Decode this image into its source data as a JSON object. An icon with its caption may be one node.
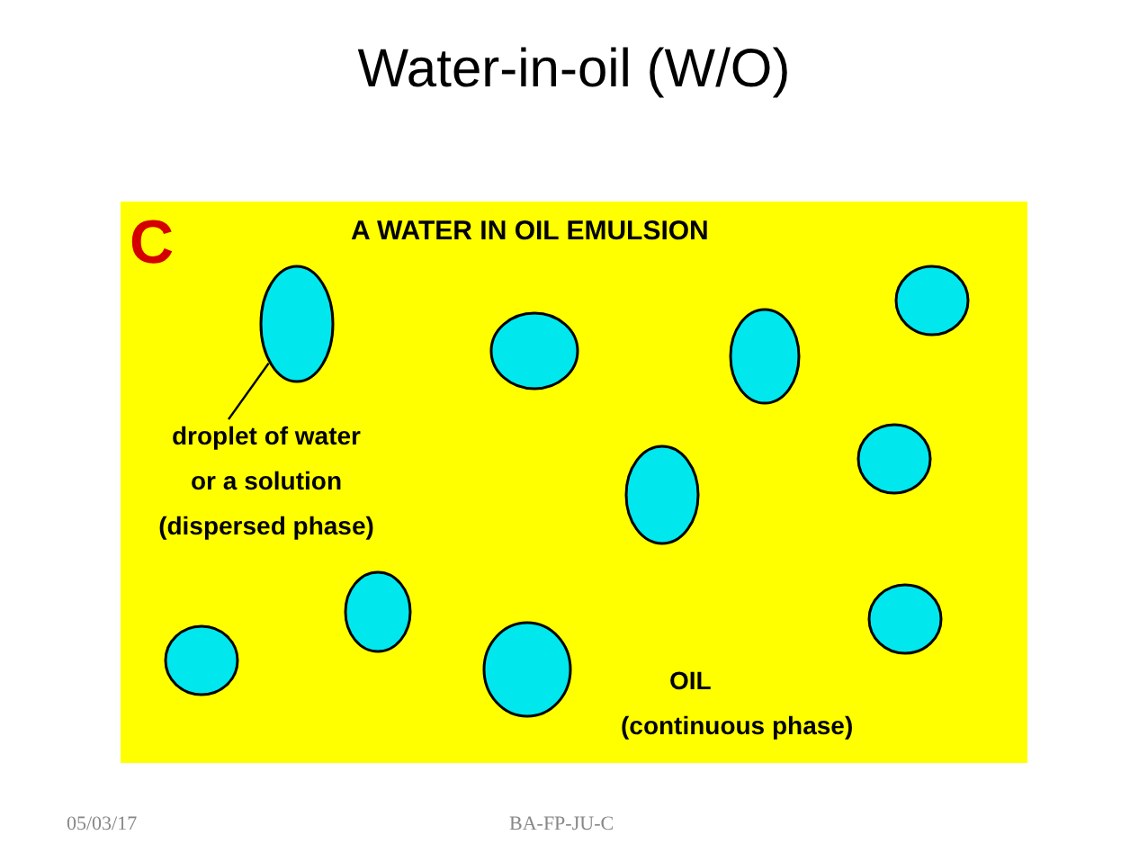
{
  "diagram": {
    "title": "Water-in-oil (W/O)",
    "nodes": [
      {
        "text": [],
        "shape": "ellipse"
      },
      {
        "text": [],
        "shape": "ellipse"
      },
      {
        "text": [],
        "shape": "ellipse"
      },
      {
        "text": [],
        "shape": "ellipse"
      },
      {
        "text": [
          "droplet of water or a solution (dispersed phase)"
        ]
      },
      {
        "text": [],
        "shape": "ellipse"
      },
      {
        "text": [],
        "shape": "ellipse"
      },
      {
        "text": [],
        "shape": "ellipse"
      },
      {
        "text": [],
        "shape": "ellipse"
      },
      {
        "text": [],
        "shape": "ellipse"
      },
      {
        "text": [],
        "shape": "ellipse"
      }
    ],
    "edges": [
      {
        "from": 4,
        "to": 0,
        "arrow": "none"
      }
    ],
    "labels": [
      "C",
      "A WATER IN OIL EMULSION",
      "OIL (continuous phase)",
      "05/03/17",
      "BA-FP-JU-C"
    ]
  }
}
